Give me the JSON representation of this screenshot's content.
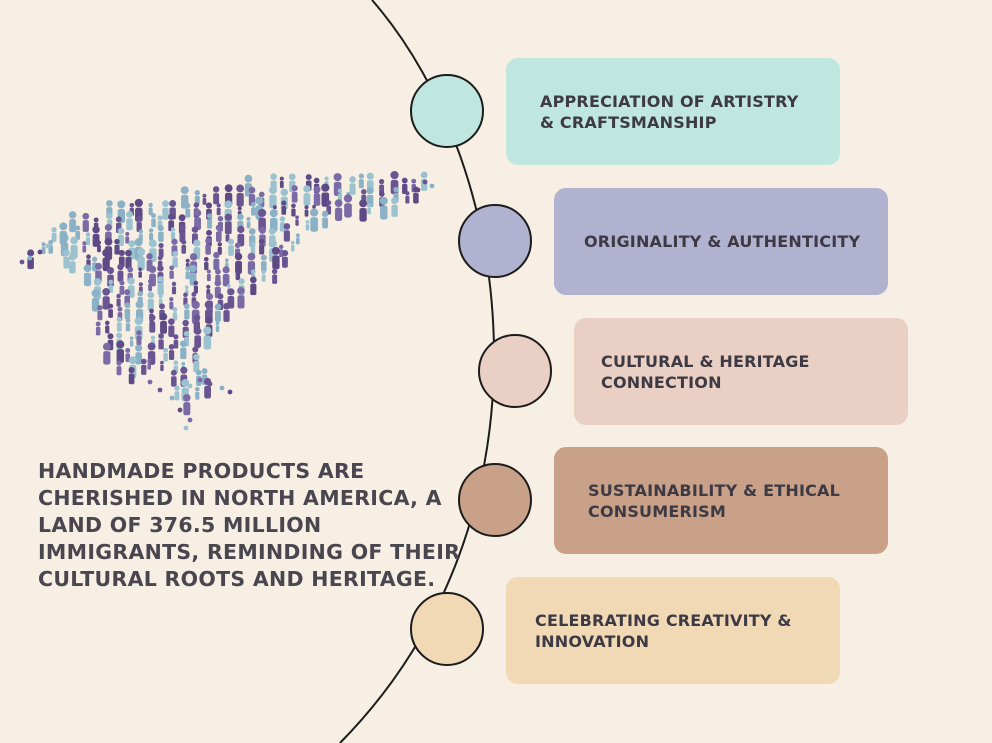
{
  "caption": "HANDMADE PRODUCTS ARE CHERISHED IN NORTH AMERICA, A LAND OF 376.5 MILLION IMMIGRANTS, REMINDING OF THEIR CULTURAL ROOTS AND HERITAGE.",
  "items": [
    {
      "label": "APPRECIATION OF ARTISTRY & CRAFTSMANSHIP",
      "color": "#bfe6df"
    },
    {
      "label": "ORIGINALITY & AUTHENTICITY",
      "color": "#b1b1d0"
    },
    {
      "label": "CULTURAL & HERITAGE CONNECTION",
      "color": "#e9cfc4"
    },
    {
      "label": "SUSTAINABILITY & ETHICAL CONSUMERISM",
      "color": "#c9a088"
    },
    {
      "label": "CELEBRATING CREATIVITY & INNOVATION",
      "color": "#f1d9b6"
    }
  ],
  "map_palette": [
    "#6a5593",
    "#8ab1c5",
    "#5d4a86",
    "#9bc2cf",
    "#7a6aa6"
  ],
  "background": "#f7efe3"
}
